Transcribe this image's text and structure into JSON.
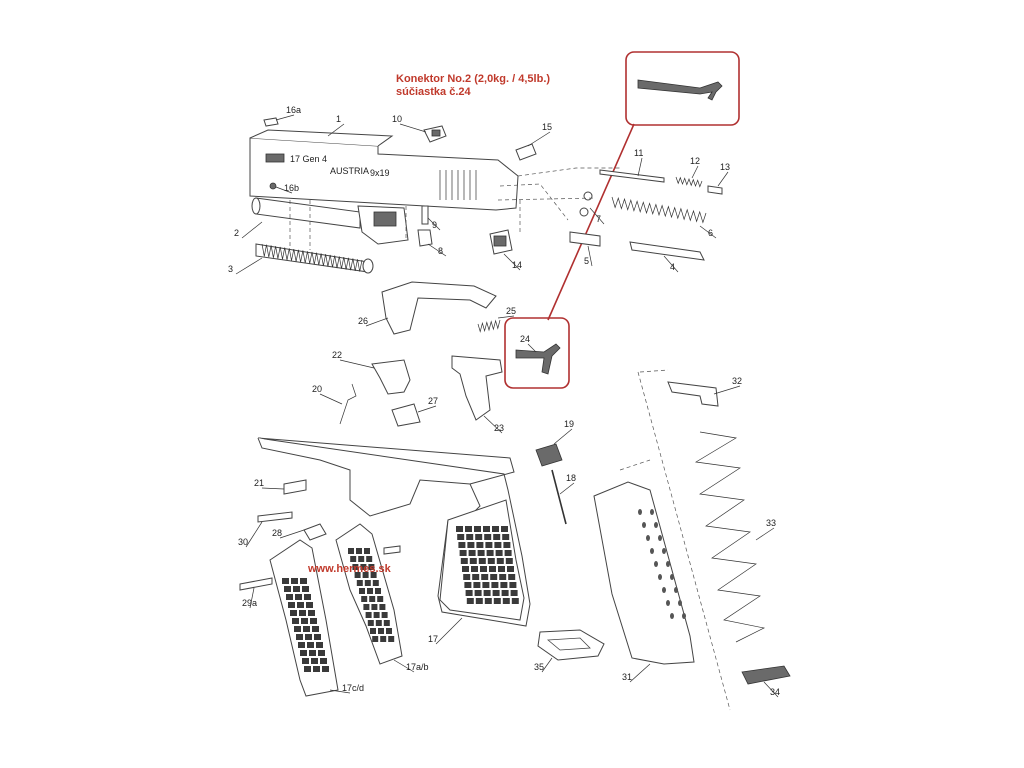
{
  "annotation": {
    "line1": "Konektor No.2 (2,0kg. / 4,5lb.)",
    "line2": "súčiastka č.24",
    "watermark": "www.hermes.sk",
    "accent_color": "#c0392b"
  },
  "slide_markings": {
    "caliber": "17 Gen 4",
    "origin": "AUSTRIA",
    "size": "9x19"
  },
  "parts": [
    {
      "id": "p1",
      "label": "1"
    },
    {
      "id": "p2",
      "label": "2"
    },
    {
      "id": "p3",
      "label": "3"
    },
    {
      "id": "p4",
      "label": "4"
    },
    {
      "id": "p5",
      "label": "5"
    },
    {
      "id": "p6",
      "label": "6"
    },
    {
      "id": "p7",
      "label": "7"
    },
    {
      "id": "p8",
      "label": "8"
    },
    {
      "id": "p9",
      "label": "9"
    },
    {
      "id": "p10",
      "label": "10"
    },
    {
      "id": "p11",
      "label": "11"
    },
    {
      "id": "p12",
      "label": "12"
    },
    {
      "id": "p13",
      "label": "13"
    },
    {
      "id": "p14",
      "label": "14"
    },
    {
      "id": "p15",
      "label": "15"
    },
    {
      "id": "p16a",
      "label": "16a"
    },
    {
      "id": "p16b",
      "label": "16b"
    },
    {
      "id": "p17",
      "label": "17"
    },
    {
      "id": "p17ab",
      "label": "17a/b"
    },
    {
      "id": "p17cd",
      "label": "17c/d"
    },
    {
      "id": "p18",
      "label": "18"
    },
    {
      "id": "p19",
      "label": "19"
    },
    {
      "id": "p20",
      "label": "20"
    },
    {
      "id": "p21",
      "label": "21"
    },
    {
      "id": "p22",
      "label": "22"
    },
    {
      "id": "p23",
      "label": "23"
    },
    {
      "id": "p24",
      "label": "24"
    },
    {
      "id": "p25",
      "label": "25"
    },
    {
      "id": "p26",
      "label": "26"
    },
    {
      "id": "p27",
      "label": "27"
    },
    {
      "id": "p28",
      "label": "28"
    },
    {
      "id": "p29a",
      "label": "29a"
    },
    {
      "id": "p30",
      "label": "30"
    },
    {
      "id": "p31",
      "label": "31"
    },
    {
      "id": "p32",
      "label": "32"
    },
    {
      "id": "p33",
      "label": "33"
    },
    {
      "id": "p34",
      "label": "34"
    },
    {
      "id": "p35",
      "label": "35"
    }
  ]
}
